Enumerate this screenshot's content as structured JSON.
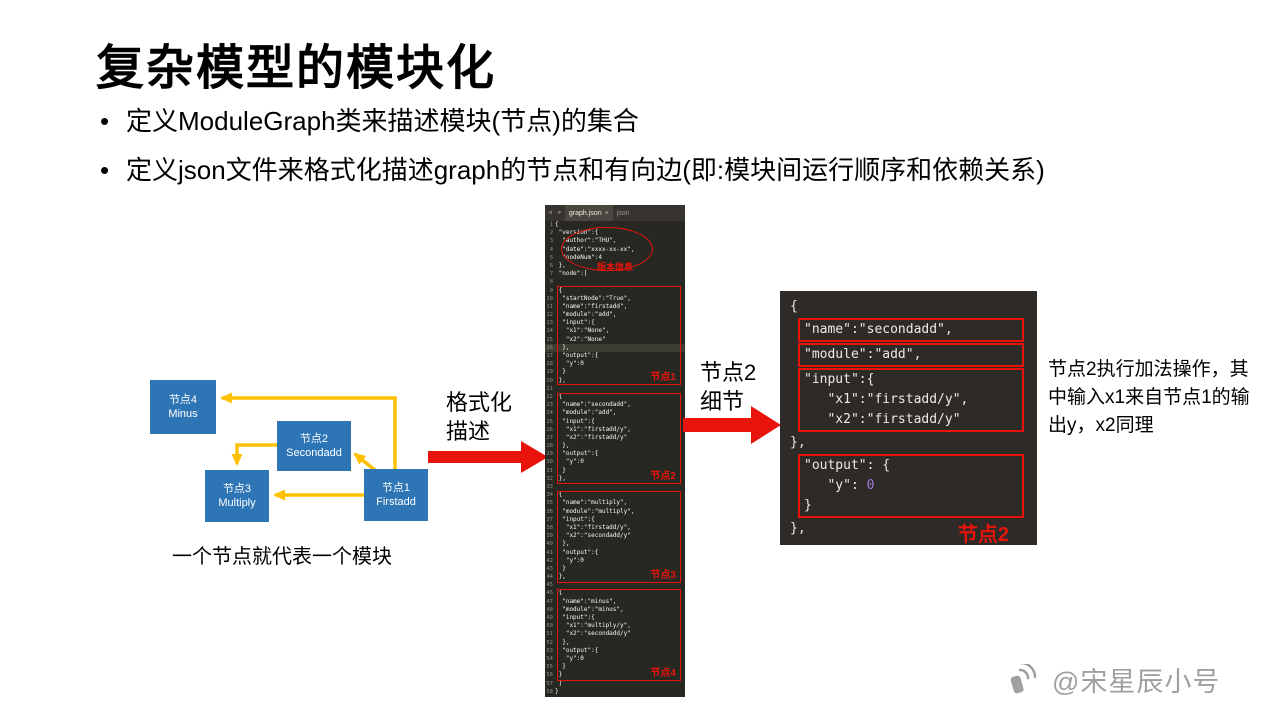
{
  "colors": {
    "node_blue": "#2e75b6",
    "arrow_orange": "#ffc000",
    "annotation_red": "#e8140c",
    "editor_bg": "#272822",
    "detail_bg": "#2e2a28",
    "number_purple": "#9e7bdb"
  },
  "slide": {
    "title": "复杂模型的模块化",
    "bullet_char": "•",
    "bullets": [
      "定义ModuleGraph类来描述模块(节点)的集合",
      "定义json文件来格式化描述graph的节点和有向边(即:模块间运行顺序和依赖关系)"
    ]
  },
  "diagram": {
    "nodes": [
      {
        "title": "节点4",
        "subtitle": "Minus"
      },
      {
        "title": "节点2",
        "subtitle": "Secondadd"
      },
      {
        "title": "节点3",
        "subtitle": "Multiply"
      },
      {
        "title": "节点1",
        "subtitle": "Firstadd"
      }
    ],
    "caption": "一个节点就代表一个模块"
  },
  "arrows": {
    "format_label": [
      "格式化",
      "描述"
    ],
    "detail_label": [
      "节点2",
      "细节"
    ]
  },
  "editor": {
    "tabs": [
      {
        "label": "graph.json",
        "active": true
      },
      {
        "label": "json",
        "active": false
      }
    ],
    "close_glyph": "×",
    "nav_left": "◄",
    "nav_right": "►",
    "highlight_line": 16,
    "version_label": "版本信息",
    "node_labels": [
      "节点1",
      "节点2",
      "节点3",
      "节点4"
    ],
    "lines": [
      "{",
      " \"version\":{",
      "  \"author\":\"THU\",",
      "  \"date\":\"xxxx-xx-xx\",",
      "  \"nodeNum\":4",
      " },",
      " \"node\":[",
      "",
      " {",
      "  \"startNode\":\"True\",",
      "  \"name\":\"firstadd\",",
      "  \"module\":\"add\",",
      "  \"input\":{",
      "   \"x1\":\"None\",",
      "   \"x2\":\"None\"",
      "  },",
      "  \"output\":{",
      "   \"y\":0",
      "  }",
      " },",
      "",
      " {",
      "  \"name\":\"secondadd\",",
      "  \"module\":\"add\",",
      "  \"input\":{",
      "   \"x1\":\"firstadd/y\",",
      "   \"x2\":\"firstadd/y\"",
      "  },",
      "  \"output\":{",
      "   \"y\":0",
      "  }",
      " },",
      "",
      " {",
      "  \"name\":\"multiply\",",
      "  \"module\":\"multiply\",",
      "  \"input\":{",
      "   \"x1\":\"firstadd/y\",",
      "   \"x2\":\"secondadd/y\"",
      "  },",
      "  \"output\":{",
      "   \"y\":0",
      "  }",
      " },",
      "",
      " {",
      "  \"name\":\"minus\",",
      "  \"module\":\"minus\",",
      "  \"input\":{",
      "   \"x1\":\"multiply/y\",",
      "   \"x2\":\"secondadd/y\"",
      "  },",
      "  \"output\":{",
      "   \"y\":0",
      "  }",
      " }",
      " ]",
      "}"
    ]
  },
  "detail": {
    "groups": [
      {
        "box": false,
        "lines": [
          "{"
        ]
      },
      {
        "box": true,
        "lines": [
          "\"name\":\"secondadd\","
        ]
      },
      {
        "box": true,
        "lines": [
          "\"module\":\"add\","
        ]
      },
      {
        "box": true,
        "lines": [
          "\"input\":{",
          "   \"x1\":\"firstadd/y\",",
          "   \"x2\":\"firstadd/y\""
        ]
      },
      {
        "box": false,
        "lines": [
          "},"
        ]
      },
      {
        "box": true,
        "lines": [
          "\"output\": {",
          [
            {
              "t": "   \"y\": "
            },
            {
              "t": "0",
              "c": "num"
            }
          ],
          "}"
        ]
      },
      {
        "box": false,
        "lines": [
          "},"
        ]
      }
    ],
    "label": "节点2"
  },
  "description": "节点2执行加法操作，其中输入x1来自节点1的输出y，x2同理",
  "watermark": {
    "text": "@宋星辰小号"
  }
}
